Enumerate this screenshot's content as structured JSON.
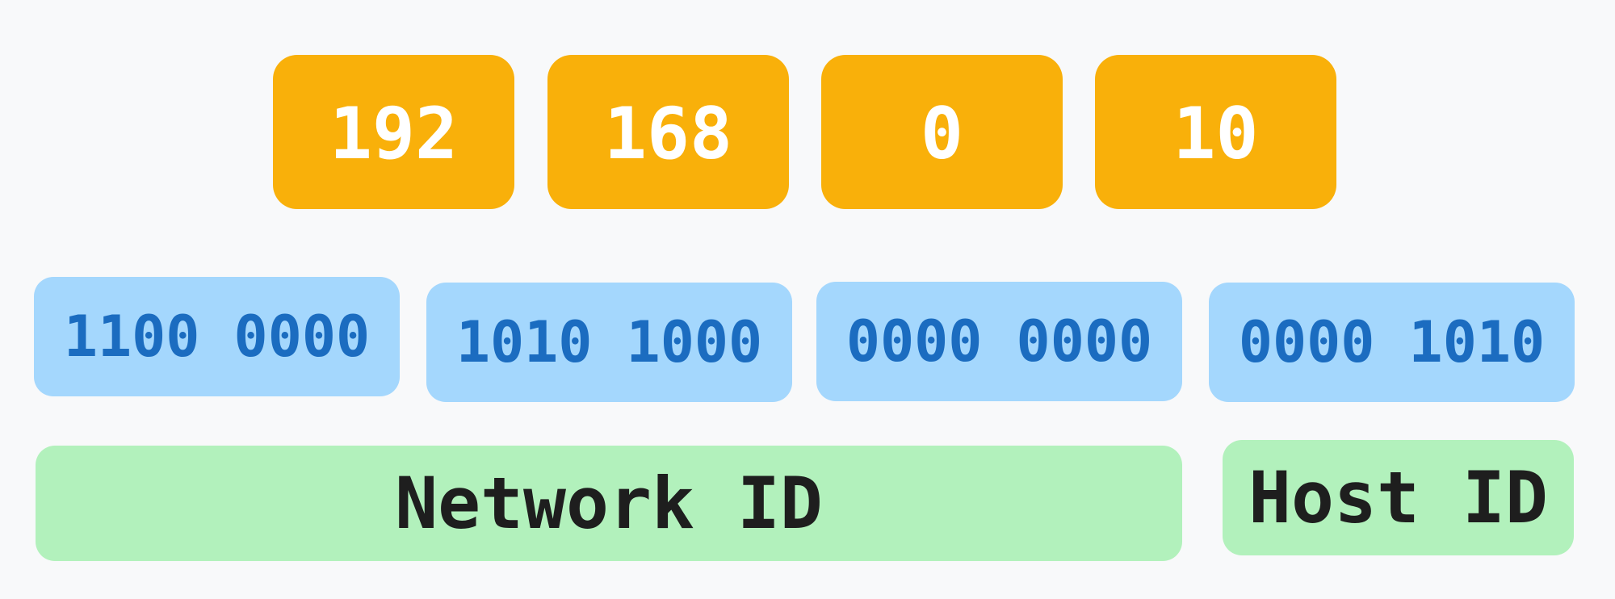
{
  "decimal_octets": [
    "192",
    "168",
    "0",
    "10"
  ],
  "binary_octets": [
    "1100 0000",
    "1010 1000",
    "0000 0000",
    "0000 1010"
  ],
  "segments": {
    "network_label": "Network ID",
    "host_label": "Host ID"
  },
  "colors": {
    "background": "#f8f9fa",
    "decimal_fill": "#f9b00a",
    "decimal_text": "#ffffff",
    "binary_fill": "#a4d7fd",
    "binary_text": "#1b6cc0",
    "id_fill": "#b2f1bc",
    "id_text": "#1e1e1e"
  }
}
